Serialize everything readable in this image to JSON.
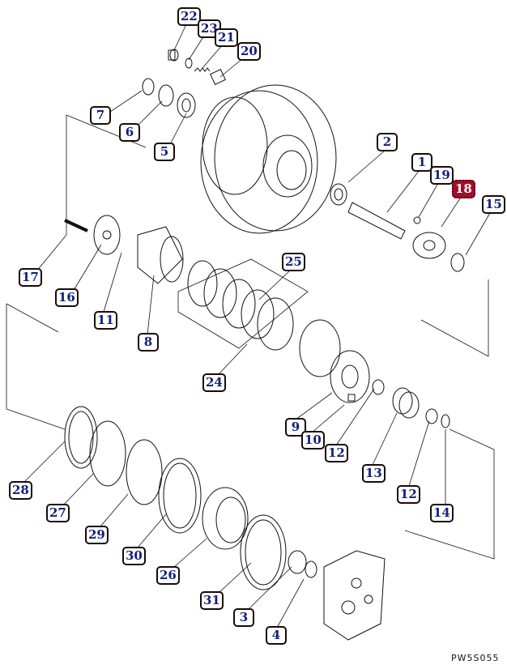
{
  "diagram": {
    "drawing_code": "PW5S055",
    "highlight_color": "#a0102a",
    "label_text_color": "#12207a",
    "callouts": [
      "22",
      "23",
      "21",
      "20",
      "7",
      "6",
      "5",
      "2",
      "1",
      "19",
      "18",
      "15",
      "17",
      "16",
      "11",
      "8",
      "25",
      "24",
      "9",
      "10",
      "12",
      "13",
      "12",
      "14",
      "28",
      "27",
      "29",
      "30",
      "26",
      "31",
      "3",
      "4"
    ],
    "selected_part": "18"
  }
}
